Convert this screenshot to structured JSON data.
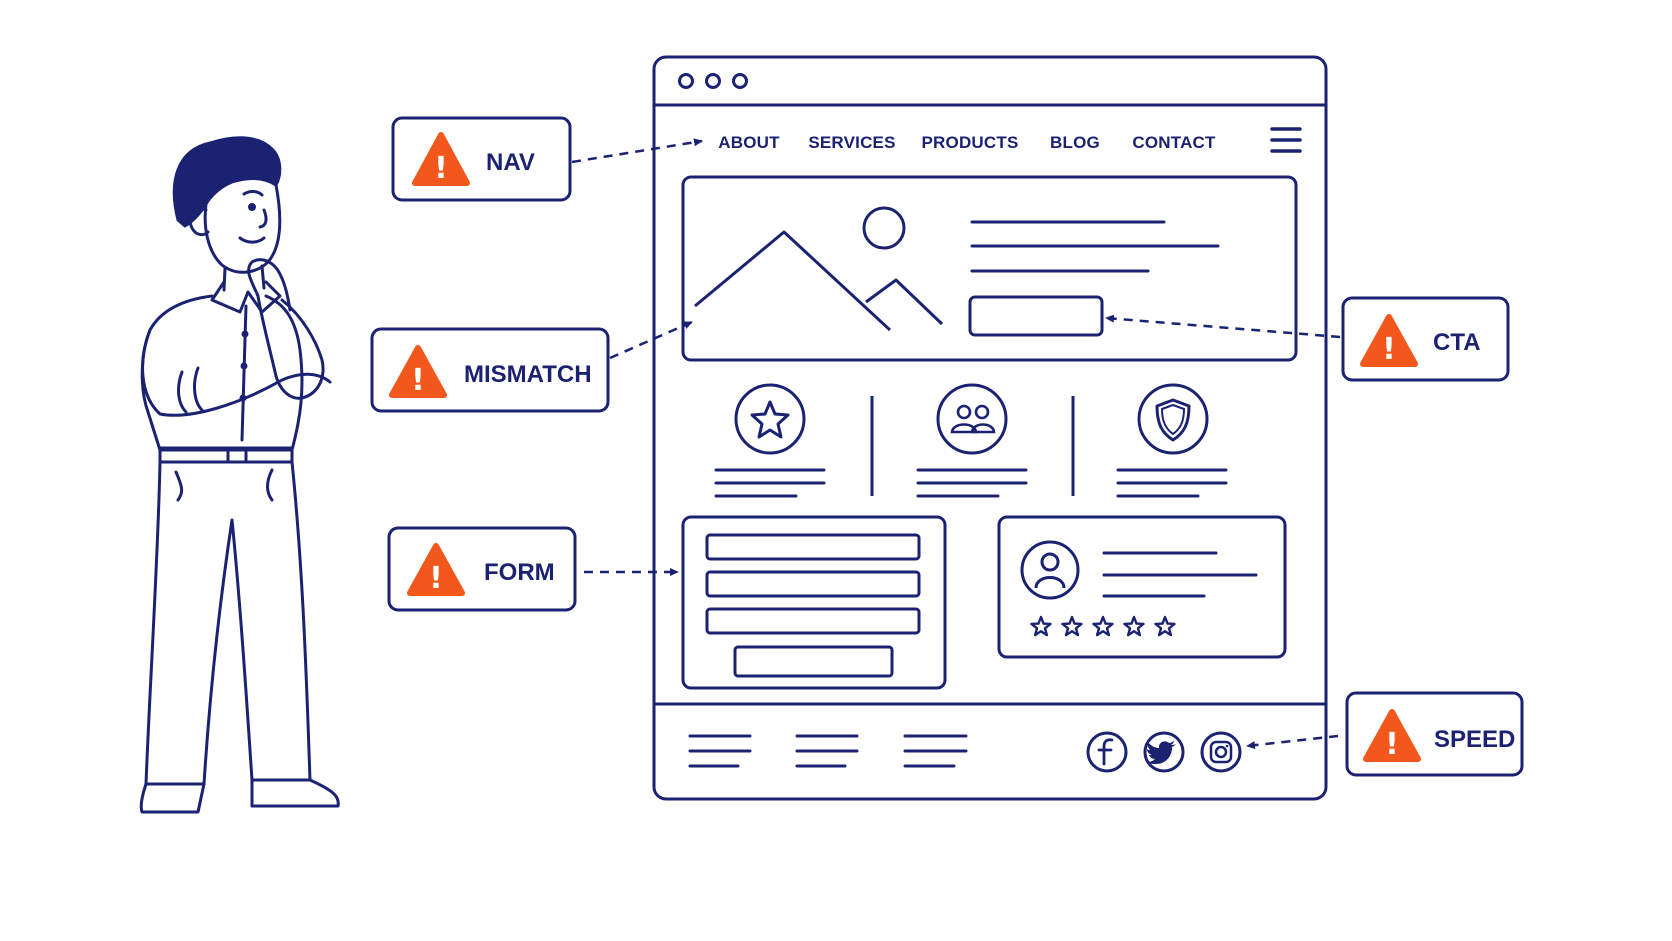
{
  "palette": {
    "ink": "#1b2272",
    "warning": "#f2581b",
    "warning_mark": "#ffffff",
    "background": "#ffffff"
  },
  "nav": {
    "items": [
      "ABOUT",
      "SERVICES",
      "PRODUCTS",
      "BLOG",
      "CONTACT"
    ]
  },
  "callouts": {
    "nav": "NAV",
    "mismatch": "MISMATCH",
    "form": "FORM",
    "cta": "CTA",
    "speed": "SPEED"
  },
  "icons": {
    "warning": "warning-triangle-icon",
    "menu": "hamburger-menu-icon",
    "features": [
      "star-icon",
      "users-icon",
      "shield-icon"
    ],
    "social": [
      "facebook-icon",
      "twitter-icon",
      "instagram-icon"
    ],
    "testimonial": "user-avatar-icon"
  },
  "testimonial": {
    "rating": 5,
    "max_rating": 5
  }
}
